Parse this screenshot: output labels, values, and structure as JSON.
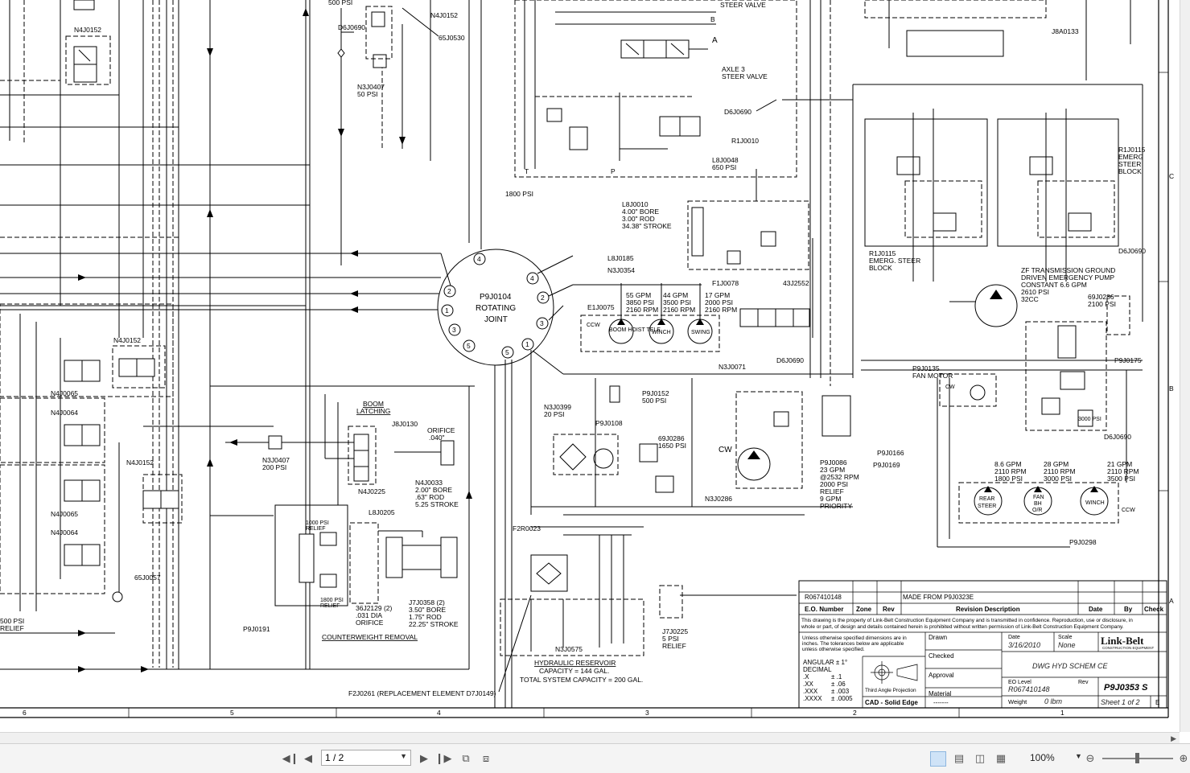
{
  "drawing": {
    "rotating_joint": {
      "title_line1": "P9J0104",
      "title_line2": "ROTATING",
      "title_line3": "JOINT",
      "ports": [
        "4",
        "2",
        "1",
        "3",
        "5",
        "5",
        "1",
        "3",
        "2",
        "4"
      ]
    },
    "labels": {
      "psi500_top": "500 PSI",
      "n4j0152_top": "N4J0152",
      "n4j0152_a": "N4J0152",
      "d6j0690_a": "D6J0690",
      "j65j0530": "65J0530",
      "n3j0407_a": "N3J0407",
      "psi50": "50 PSI",
      "steer_valve_top": "STEER VALVE",
      "b_port": "B",
      "a_port": "A",
      "axle3_1": "AXLE 3",
      "axle3_2": "STEER VALVE",
      "d6j0690_b": "D6J0690",
      "r1j0010": "R1J0010",
      "l8j0048": "L8J0048",
      "psi650": "650 PSI",
      "t_port": "T",
      "p_port": "P",
      "psi1800": "1800 PSI",
      "j8a0133": "J8A0133",
      "l8j0010_1": "L8J0010",
      "l8j0010_2": "4.00\" BORE",
      "l8j0010_3": "3.00\" ROD",
      "l8j0010_4": "34.38\" STROKE",
      "l8j0185": "L8J0185",
      "n3j0354": "N3J0354",
      "e1j0075": "E1J0075",
      "ccw_a": "CCW",
      "boom_hoist": "BOOM HOIST TELE",
      "winch_a": "WINCH",
      "swing": "SWING",
      "pump1_1": "55 GPM",
      "pump1_2": "3850 PSI",
      "pump1_3": "2160 RPM",
      "pump2_1": "44 GPM",
      "pump2_2": "3500 PSI",
      "pump2_3": "2160 RPM",
      "pump3_1": "17 GPM",
      "pump3_2": "2000 PSI",
      "pump3_3": "2160 RPM",
      "f1j0078": "F1J0078",
      "j43j2552": "43J2552",
      "d6j0690_c": "D6J0690",
      "n3j0071": "N3J0071",
      "r1j0115_a1": "R1J0115",
      "r1j0115_a2": "EMERG. STEER",
      "r1j0115_a3": "BLOCK",
      "r1j0115_b1": "R1J0115",
      "r1j0115_b2": "EMERG",
      "r1j0115_b3": "STEER",
      "r1j0115_b4": "BLOCK",
      "d6j0690_d": "D6J0690",
      "zf_1": "ZF TRANSMISSION GROUND",
      "zf_2": "DRIVEN EMERGENCY PUMP",
      "zf_3": "CONSTANT 6.6 GPM",
      "zf_4": "2610 PSI",
      "zf_5": "32CC",
      "j69j0286_a1": "69J0286",
      "j69j0286_a2": "2100 PSI",
      "p9j0175": "P9J0175",
      "p9j0135_1": "P9J0135",
      "p9j0135_2": "FAN MOTOR",
      "cw_fan": "CW",
      "psi3000": "3000 PSI",
      "d6j0690_e": "D6J0690",
      "n4j0152_b": "N4J0152",
      "n4j0065_a": "N4J0065",
      "n4j0064_a": "N4J0064",
      "n4j0152_c": "N4J0152",
      "n4j0065_b": "N4J0065",
      "n4j0064_b": "N4J0064",
      "psi500_left": "500 PSI",
      "relief_left": "RELIEF",
      "boom_latching_1": "BOOM",
      "boom_latching_2": "LATCHING",
      "j8j0130": "J8J0130",
      "orifice": "ORIFICE",
      "orifice_size": ".040\"",
      "n3j0407_b": "N3J0407",
      "psi200": "200 PSI",
      "n4j0225": "N4J0225",
      "n4j0033_1": "N4J0033",
      "n4j0033_2": "2.00\" BORE",
      "n4j0033_3": ".63\" ROD",
      "n4j0033_4": "5.25 STROKE",
      "n3j0399_1": "N3J0399",
      "n3j0399_2": "20 PSI",
      "p9j0152_1": "P9J0152",
      "p9j0152_2": "500 PSI",
      "p9j0108": "P9J0108",
      "j69j0286_b1": "69J0286",
      "j69j0286_b2": "1650 PSI",
      "n3j0286": "N3J0286",
      "cw_main": "CW",
      "p9j0086_1": "P9J0086",
      "p9j0086_2": "23 GPM",
      "p9j0086_3": "@2532 RPM",
      "p9j0086_4": "2000 PSI",
      "p9j0086_5": "RELIEF",
      "p9j0086_6": "9 GPM",
      "p9j0086_7": "PRIORITY",
      "p9j0166": "P9J0166",
      "p9j0169": "P9J0169",
      "l8j0205": "L8J0205",
      "relief1000_1": "1000 PSI",
      "relief1000_2": "RELIEF",
      "relief1800_1": "1800 PSI",
      "relief1800_2": "RELIEF",
      "j65j0057": "65J0057",
      "j36j2129_1": "36J2129 (2)",
      "j36j2129_2": ".031 DIA",
      "j36j2129_3": "ORIFICE",
      "j7j0358_1": "J7J0358 (2)",
      "j7j0358_2": "3.50\" BORE",
      "j7j0358_3": "1.75\" ROD",
      "j7j0358_4": "22.25\" STROKE",
      "p9j0191": "P9J0191",
      "cw_removal": "COUNTERWEIGHT REMOVAL",
      "f2r0023": "F2R0023",
      "n3j0575": "N3J0575",
      "reservoir_1": "HYDRAULIC RESERVOIR",
      "reservoir_2": "CAPACITY = 144 GAL.",
      "reservoir_3": "TOTAL SYSTEM CAPACITY = 200 GAL.",
      "j7j0225_1": "J7J0225",
      "j7j0225_2": "5 PSI",
      "j7j0225_3": "RELIEF",
      "f2j0261": "F2J0261 (REPLACEMENT ELEMENT D7J0149)",
      "rear_pump_1": "8.6 GPM",
      "rear_pump_2": "2110 RPM",
      "rear_pump_3": "1800 PSI",
      "fan_pump_1": "28 GPM",
      "fan_pump_2": "2110 RPM",
      "fan_pump_3": "3000 PSI",
      "winch_pump_1": "21 GPM",
      "winch_pump_2": "2110 RPM",
      "winch_pump_3": "3500 PSI",
      "rear_steer_1": "REAR",
      "rear_steer_2": "STEER",
      "fan_bh_1": "FAN",
      "fan_bh_2": "BH",
      "fan_bh_3": "O/R",
      "winch_b": "WINCH",
      "ccw_b": "CCW",
      "p9j0298": "P9J0298"
    },
    "zones_bottom": [
      "6",
      "5",
      "4",
      "3",
      "2",
      "1"
    ],
    "zones_right": [
      "C",
      "B",
      "A"
    ]
  },
  "title_block": {
    "eo_number_value": "R067410148",
    "made_from": "MADE FROM P9J0323E",
    "col_eo_number": "E.O. Number",
    "col_zone": "Zone",
    "col_rev": "Rev",
    "col_revision_description": "Revision Description",
    "col_date": "Date",
    "col_by": "By",
    "col_check": "Check",
    "notice_1": "This drawing is the property of Link-Belt Construction Equipment Company and is transmitted in confidence. Reproduction, use or disclosure, in",
    "notice_2": "whole or part, of design and details contained herein is prohibited without written permission of Link-Belt Construction Equipment Company.",
    "tol_1": "Unless otherwise specified dimensions are in",
    "tol_2": "inches. The tolerances below are applicable",
    "tol_3": "unless otherwise specified.",
    "angular": "ANGULAR  ± 1°",
    "decimal": "DECIMAL",
    "tol_x": ".X",
    "tol_x_val": "± .1",
    "tol_xx": ".XX",
    "tol_xx_val": "± .06",
    "tol_xxx": ".XXX",
    "tol_xxx_val": "± .003",
    "tol_xxxx": ".XXXX",
    "tol_xxxx_val": "± .0005",
    "projection": "Third Angle Projection",
    "cad": "CAD - Solid Edge",
    "drawn": "Drawn",
    "checked": "Checked",
    "approval": "Approval",
    "material": "Material",
    "material_val": "-------",
    "date_label": "Date",
    "date_value": "3/16/2010",
    "scale_label": "Scale",
    "scale_value": "None",
    "brand_name": "Link-Belt",
    "brand_sub": "CONSTRUCTION EQUIPMENT",
    "drawing_title": "DWG HYD SCHEM CE",
    "eo_level_label": "EO Level",
    "eo_level_value": "R067410148",
    "rev_label": "Rev",
    "drawing_number": "P9J0353 S",
    "weight_label": "Weight",
    "weight_value": "0 lbm",
    "sheet": "Sheet 1 of 2",
    "sheet_rev": "E"
  },
  "viewer": {
    "page_indicator": "1 / 2",
    "zoom": "100%",
    "zoom_level_percent": 100
  }
}
